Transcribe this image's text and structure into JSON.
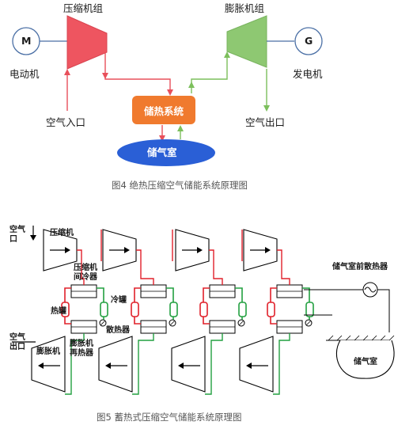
{
  "fig4": {
    "compressor_label": "压缩机组",
    "expander_label": "膨胀机组",
    "motor_symbol": "M",
    "generator_symbol": "G",
    "motor_label": "电动机",
    "generator_label": "发电机",
    "air_in_label": "空气入口",
    "air_out_label": "空气出口",
    "heat_storage_label": "储热系统",
    "gas_storage_label": "储气室",
    "caption": "图4  绝热压缩空气储能系统原理图",
    "colors": {
      "compressor": "#e8505b",
      "expander": "#8cc870",
      "heat_storage": "#f07a2e",
      "gas_storage": "#2a5fd6"
    }
  },
  "fig5": {
    "air_in_label": "空气\n口",
    "compressor_label": "压缩机",
    "intercooler_label": "压缩机\n间冷器",
    "hot_tank_label": "热罐",
    "cold_tank_label": "冷罐",
    "radiator_label": "散热器",
    "air_out_label": "空气\n出口",
    "expander_label": "膨胀机",
    "reheater_label": "膨胀机\n再热器",
    "pre_radiator_label": "储气室前散热器",
    "gas_storage_label": "储气室",
    "caption": "图5  蓄热式压缩空气储能系统原理图",
    "colors": {
      "hot": "#e0202a",
      "cold": "#22a040",
      "line": "#000000"
    }
  }
}
